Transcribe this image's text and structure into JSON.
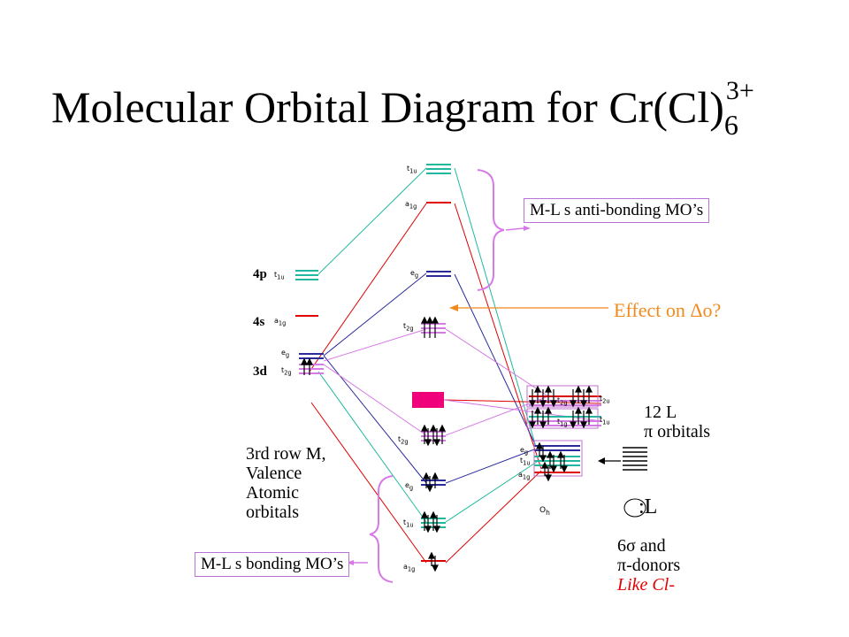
{
  "title": {
    "main": "Molecular Orbital Diagram for Cr(Cl)",
    "sub": "6",
    "sup": "3+"
  },
  "labels": {
    "antibonding_box": "M-L s anti-bonding MO’s",
    "bonding_box": "M-L s bonding MO’s",
    "effect": "Effect on Δo?",
    "metal_block": [
      "3rd row M,",
      "Valence",
      "Atomic",
      "orbitals"
    ],
    "pi_orbitals": [
      "12 L",
      "π orbitals"
    ],
    "donors": [
      "6σ and",
      "π-donors"
    ],
    "like_cl": "Like Cl-",
    "ligand_symbol": ":L",
    "oh": "O",
    "oh_sub": "h",
    "metal_levels": {
      "p": "4p",
      "s": "4s",
      "d": "3d"
    },
    "sym": {
      "t1u": "t",
      "t1u_sub": "1u",
      "a1g": "a",
      "a1g_sub": "1g",
      "eg": "e",
      "eg_sub": "g",
      "t2g": "t",
      "t2g_sub": "2g",
      "t2u": "t",
      "t2u_sub": "2u",
      "t1g": "t",
      "t1g_sub": "1g"
    }
  },
  "colors": {
    "teal": "#22b8a0",
    "red": "#e00000",
    "navy": "#2a2a9a",
    "violet": "#d67ae6",
    "magenta": "#f0007a",
    "orange": "#f08a1c"
  }
}
